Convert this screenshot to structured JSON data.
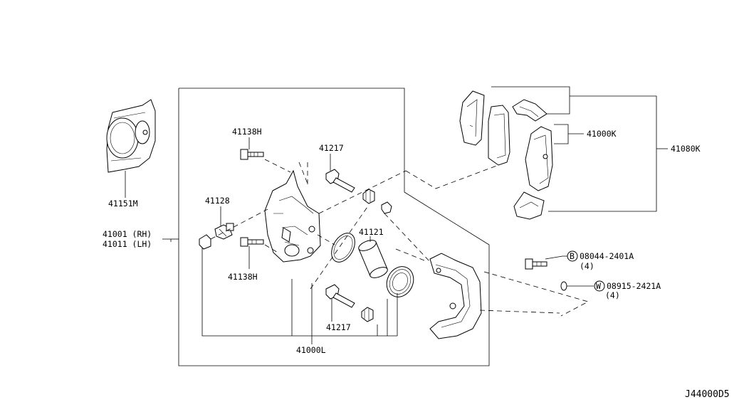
{
  "labels": {
    "shield": "41151M",
    "body_rh": "41001 (RH)",
    "body_lh": "41011 (LH)",
    "bolt_top": "41138H",
    "bolt_bottom": "41138H",
    "bleeder": "41128",
    "pin_top": "41217",
    "pin_bottom": "41217",
    "piston": "41121",
    "assembly": "41000L",
    "pad_kit": "41000K",
    "pad_set": "41080K",
    "bolt_part": "08044-2401A",
    "bolt_qty": "(4)",
    "washer_part": "08915-2421A",
    "washer_qty": "(4)",
    "drawing_code": "J44000D5"
  },
  "symbols": {
    "bolt_symbol": "B",
    "washer_symbol": "W"
  }
}
